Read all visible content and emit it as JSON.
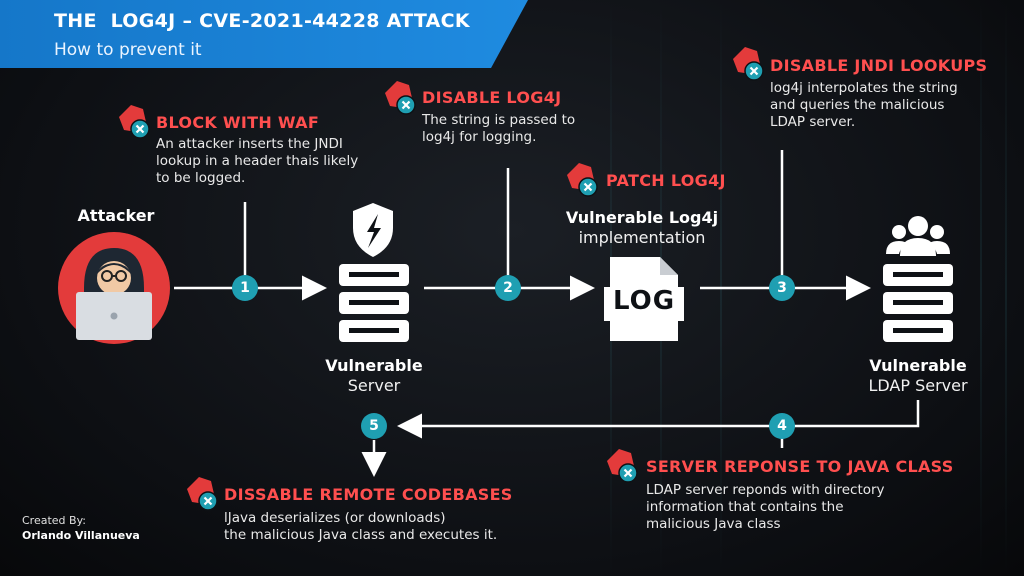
{
  "header": {
    "title": "THE  LOG4J – CVE-2021-44228 ATTACK",
    "subtitle": "How to prevent it"
  },
  "nodes": {
    "attacker": {
      "label": "Attacker"
    },
    "server": {
      "label_bold": "Vulnerable",
      "label": "Server"
    },
    "log4j": {
      "label_bold": "Vulnerable Log4j",
      "label": "implementation",
      "icon_text": "LOG"
    },
    "ldap": {
      "label_bold": "Vulnerable",
      "label": "LDAP Server"
    }
  },
  "steps": [
    "1",
    "2",
    "3",
    "4",
    "5"
  ],
  "callouts": {
    "waf": {
      "title": "BLOCK WITH WAF",
      "lines": [
        "An attacker inserts the JNDI",
        "lookup in a header thais likely",
        "to be logged."
      ]
    },
    "disable_log4j": {
      "title": "DISABLE LOG4J",
      "lines": [
        "The string is passed to",
        "log4j for logging."
      ]
    },
    "disable_jndi": {
      "title": "DISABLE JNDI LOOKUPS",
      "lines": [
        "log4j interpolates the string",
        "and queries the malicious",
        "LDAP server."
      ]
    },
    "patch": {
      "title": "PATCH LOG4J"
    },
    "server_response": {
      "title": "SERVER REPONSE TO JAVA CLASS",
      "lines": [
        "LDAP server reponds with directory",
        "information that contains the",
        "malicious Java class"
      ]
    },
    "remote_codebases": {
      "title": "DISSABLE REMOTE CODEBASES",
      "lines": [
        "lJava deserializes (or downloads)",
        "the malicious Java class and executes it."
      ]
    }
  },
  "credit": {
    "by": "Created By:",
    "name": "Orlando Villanueva"
  },
  "colors": {
    "accent_red": "#ff4f4f",
    "step_teal": "#1f9fb2",
    "banner_blue": "#1577c9"
  }
}
